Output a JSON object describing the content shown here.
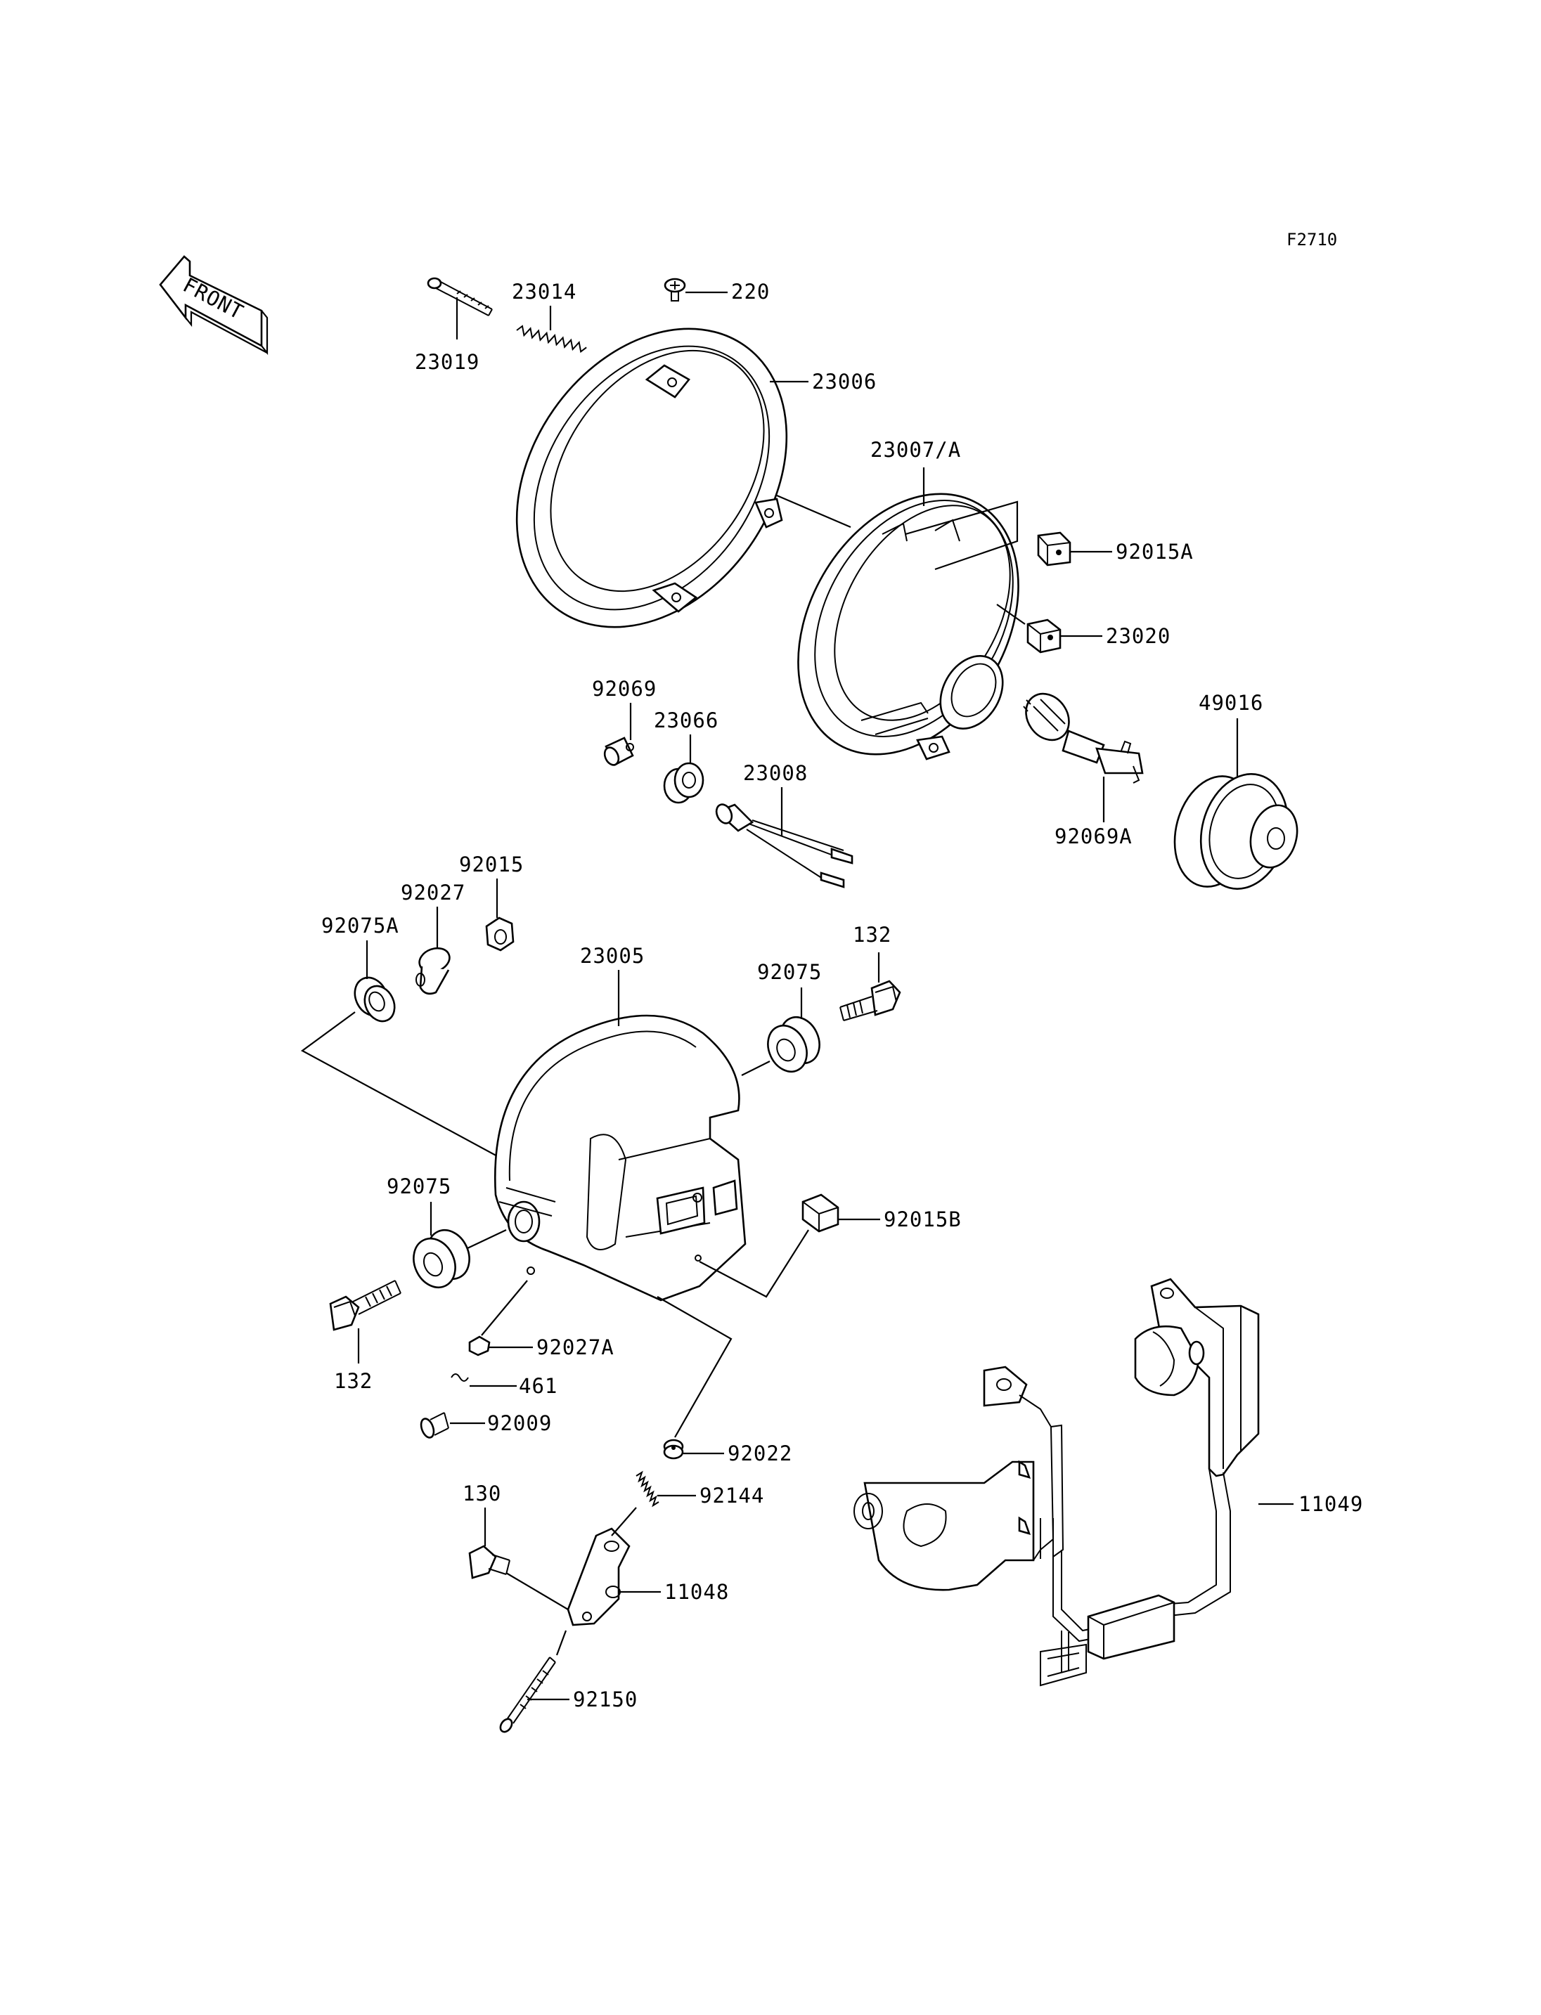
{
  "figure_code": "F2710",
  "front_label": "FRONT",
  "parts": [
    {
      "id": "23019",
      "label": "23019"
    },
    {
      "id": "23014",
      "label": "23014"
    },
    {
      "id": "220",
      "label": "220"
    },
    {
      "id": "23006",
      "label": "23006"
    },
    {
      "id": "23007A",
      "label": "23007/A"
    },
    {
      "id": "92015A",
      "label": "92015A"
    },
    {
      "id": "23020",
      "label": "23020"
    },
    {
      "id": "92069",
      "label": "92069"
    },
    {
      "id": "23066",
      "label": "23066"
    },
    {
      "id": "23008",
      "label": "23008"
    },
    {
      "id": "49016",
      "label": "49016"
    },
    {
      "id": "92069A",
      "label": "92069A"
    },
    {
      "id": "92015",
      "label": "92015"
    },
    {
      "id": "92027",
      "label": "92027"
    },
    {
      "id": "92075A",
      "label": "92075A"
    },
    {
      "id": "23005",
      "label": "23005"
    },
    {
      "id": "132a",
      "label": "132"
    },
    {
      "id": "92075a",
      "label": "92075"
    },
    {
      "id": "92075b",
      "label": "92075"
    },
    {
      "id": "92015B",
      "label": "92015B"
    },
    {
      "id": "132b",
      "label": "132"
    },
    {
      "id": "92027A",
      "label": "92027A"
    },
    {
      "id": "461",
      "label": "461"
    },
    {
      "id": "92009",
      "label": "92009"
    },
    {
      "id": "92022",
      "label": "92022"
    },
    {
      "id": "130",
      "label": "130"
    },
    {
      "id": "92144",
      "label": "92144"
    },
    {
      "id": "11048",
      "label": "11048"
    },
    {
      "id": "92150",
      "label": "92150"
    },
    {
      "id": "11049",
      "label": "11049"
    }
  ]
}
